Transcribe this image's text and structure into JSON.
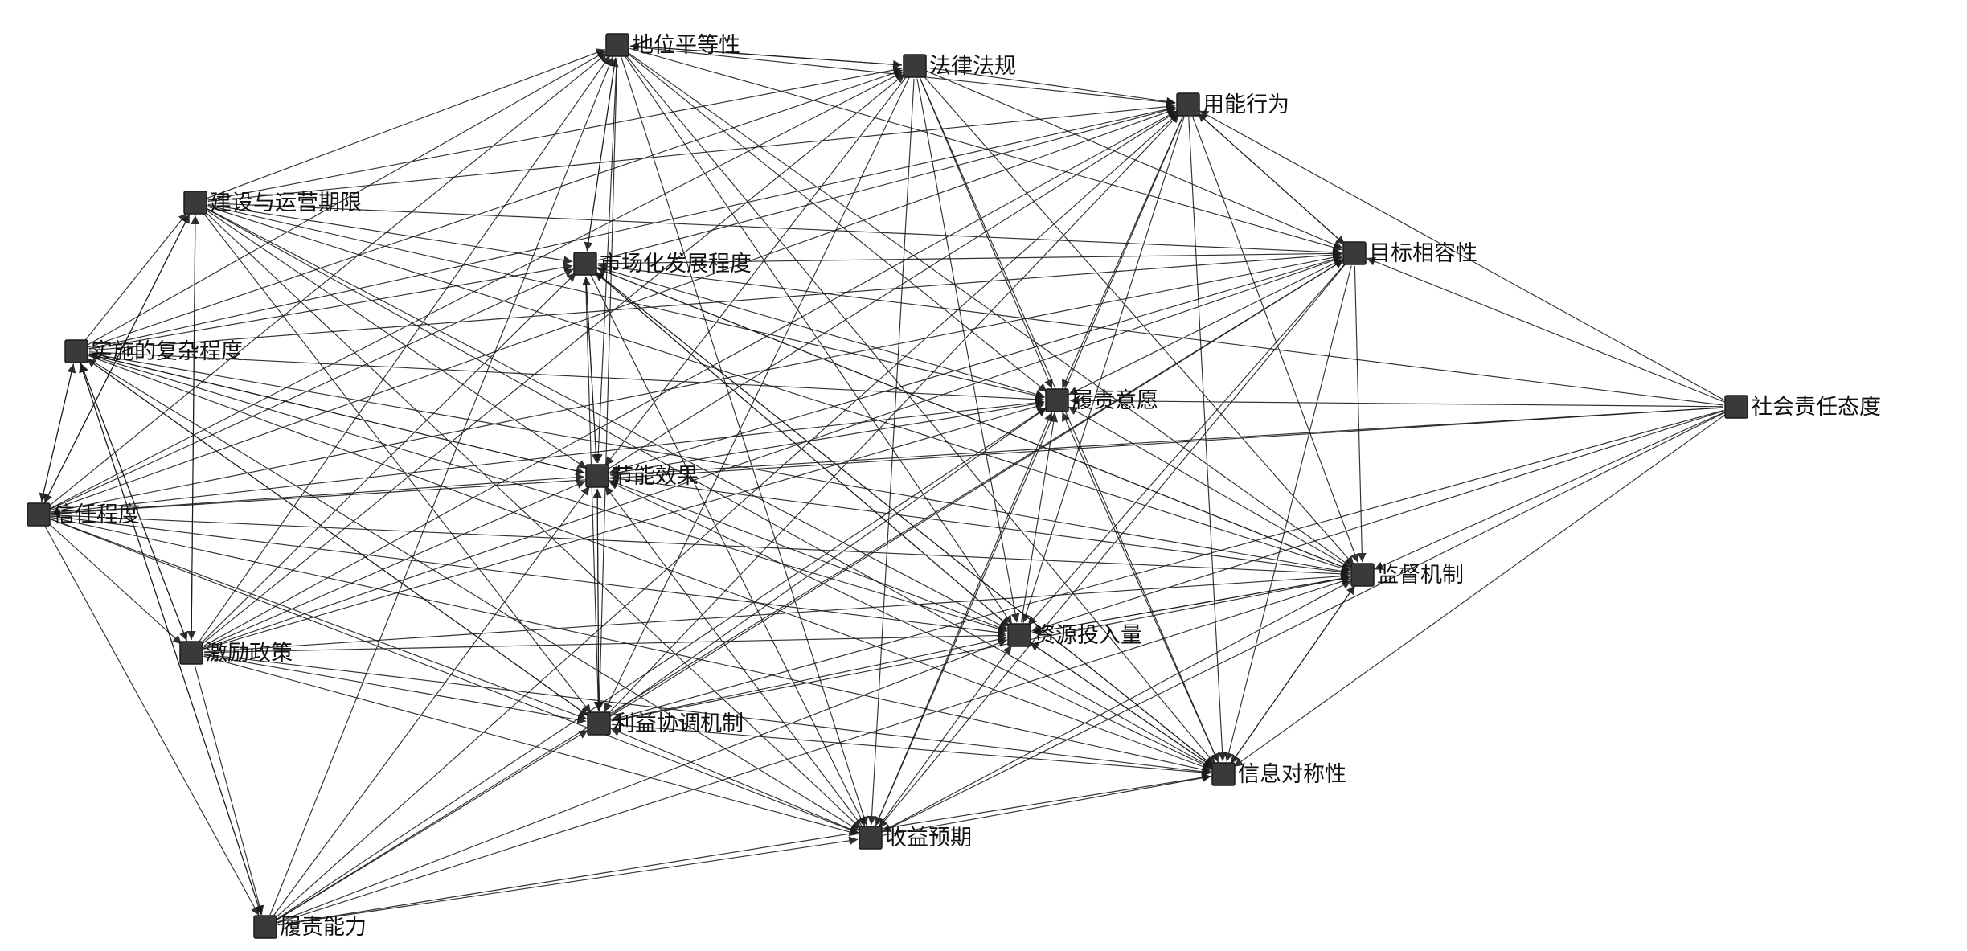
{
  "nodes": [
    {
      "id": "diwei",
      "label": "地位平等性"
    },
    {
      "id": "falv",
      "label": "法律法规"
    },
    {
      "id": "yongneng",
      "label": "用能行为"
    },
    {
      "id": "jianshe",
      "label": "建设与运营期限"
    },
    {
      "id": "shichang",
      "label": "市场化发展程度"
    },
    {
      "id": "mubiao",
      "label": "目标相容性"
    },
    {
      "id": "shishi",
      "label": "实施的复杂程度"
    },
    {
      "id": "lvze_yiyuan",
      "label": "履责意愿"
    },
    {
      "id": "shehui",
      "label": "社会责任态度"
    },
    {
      "id": "jieneng",
      "label": "节能效果"
    },
    {
      "id": "xinren",
      "label": "信任程度"
    },
    {
      "id": "jiandu",
      "label": "监督机制"
    },
    {
      "id": "jili",
      "label": "激励政策"
    },
    {
      "id": "ziyuan",
      "label": "资源投入量"
    },
    {
      "id": "liyi",
      "label": "利益协调机制"
    },
    {
      "id": "xinxi",
      "label": "信息对称性"
    },
    {
      "id": "shouyi",
      "label": "收益预期"
    },
    {
      "id": "lvze_nengli",
      "label": "履责能力"
    }
  ],
  "edges": [
    [
      "diwei",
      "falv"
    ],
    [
      "falv",
      "diwei"
    ],
    [
      "diwei",
      "yongneng"
    ],
    [
      "diwei",
      "mubiao"
    ],
    [
      "diwei",
      "shichang"
    ],
    [
      "shichang",
      "diwei"
    ],
    [
      "diwei",
      "jieneng"
    ],
    [
      "diwei",
      "lvze_yiyuan"
    ],
    [
      "diwei",
      "ziyuan"
    ],
    [
      "diwei",
      "jiandu"
    ],
    [
      "diwei",
      "xinxi"
    ],
    [
      "diwei",
      "shouyi"
    ],
    [
      "diwei",
      "liyi"
    ],
    [
      "jianshe",
      "diwei"
    ],
    [
      "shishi",
      "diwei"
    ],
    [
      "xinren",
      "diwei"
    ],
    [
      "jili",
      "diwei"
    ],
    [
      "lvze_nengli",
      "diwei"
    ],
    [
      "falv",
      "yongneng"
    ],
    [
      "falv",
      "lvze_yiyuan"
    ],
    [
      "falv",
      "ziyuan"
    ],
    [
      "falv",
      "xinxi"
    ],
    [
      "falv",
      "shouyi"
    ],
    [
      "falv",
      "jiandu"
    ],
    [
      "falv",
      "jieneng"
    ],
    [
      "falv",
      "liyi"
    ],
    [
      "falv",
      "mubiao"
    ],
    [
      "jianshe",
      "falv"
    ],
    [
      "shishi",
      "falv"
    ],
    [
      "xinren",
      "falv"
    ],
    [
      "jili",
      "falv"
    ],
    [
      "yongneng",
      "mubiao"
    ],
    [
      "mubiao",
      "yongneng"
    ],
    [
      "yongneng",
      "lvze_yiyuan"
    ],
    [
      "yongneng",
      "ziyuan"
    ],
    [
      "yongneng",
      "xinxi"
    ],
    [
      "yongneng",
      "jiandu"
    ],
    [
      "yongneng",
      "shouyi"
    ],
    [
      "shichang",
      "yongneng"
    ],
    [
      "jianshe",
      "yongneng"
    ],
    [
      "shishi",
      "yongneng"
    ],
    [
      "xinren",
      "yongneng"
    ],
    [
      "jieneng",
      "yongneng"
    ],
    [
      "liyi",
      "yongneng"
    ],
    [
      "shehui",
      "yongneng"
    ],
    [
      "lvze_nengli",
      "yongneng"
    ],
    [
      "jili",
      "yongneng"
    ],
    [
      "jianshe",
      "shichang"
    ],
    [
      "jianshe",
      "jieneng"
    ],
    [
      "jianshe",
      "lvze_yiyuan"
    ],
    [
      "jianshe",
      "mubiao"
    ],
    [
      "jianshe",
      "jiandu"
    ],
    [
      "jianshe",
      "ziyuan"
    ],
    [
      "jianshe",
      "liyi"
    ],
    [
      "jianshe",
      "xinxi"
    ],
    [
      "jianshe",
      "shouyi"
    ],
    [
      "jianshe",
      "jili"
    ],
    [
      "jianshe",
      "xinren"
    ],
    [
      "shishi",
      "jianshe"
    ],
    [
      "xinren",
      "jianshe"
    ],
    [
      "jili",
      "jianshe"
    ],
    [
      "shichang",
      "lvze_yiyuan"
    ],
    [
      "shichang",
      "mubiao"
    ],
    [
      "shichang",
      "jieneng"
    ],
    [
      "jieneng",
      "shichang"
    ],
    [
      "shichang",
      "liyi"
    ],
    [
      "shichang",
      "ziyuan"
    ],
    [
      "shichang",
      "jiandu"
    ],
    [
      "shichang",
      "xinxi"
    ],
    [
      "shichang",
      "shouyi"
    ],
    [
      "shishi",
      "shichang"
    ],
    [
      "xinren",
      "shichang"
    ],
    [
      "jili",
      "shichang"
    ],
    [
      "jiandu",
      "shichang"
    ],
    [
      "ziyuan",
      "shichang"
    ],
    [
      "xinxi",
      "shichang"
    ],
    [
      "shehui",
      "shichang"
    ],
    [
      "mubiao",
      "lvze_yiyuan"
    ],
    [
      "mubiao",
      "jiandu"
    ],
    [
      "mubiao",
      "ziyuan"
    ],
    [
      "mubiao",
      "xinxi"
    ],
    [
      "mubiao",
      "jieneng"
    ],
    [
      "mubiao",
      "shouyi"
    ],
    [
      "shehui",
      "mubiao"
    ],
    [
      "shishi",
      "mubiao"
    ],
    [
      "xinren",
      "mubiao"
    ],
    [
      "jili",
      "mubiao"
    ],
    [
      "liyi",
      "mubiao"
    ],
    [
      "lvze_nengli",
      "mubiao"
    ],
    [
      "shishi",
      "lvze_yiyuan"
    ],
    [
      "shishi",
      "jieneng"
    ],
    [
      "shishi",
      "xinren"
    ],
    [
      "xinren",
      "shishi"
    ],
    [
      "shishi",
      "jili"
    ],
    [
      "shishi",
      "liyi"
    ],
    [
      "shishi",
      "ziyuan"
    ],
    [
      "shishi",
      "jiandu"
    ],
    [
      "shishi",
      "xinxi"
    ],
    [
      "shishi",
      "shouyi"
    ],
    [
      "shishi",
      "lvze_nengli"
    ],
    [
      "jili",
      "shishi"
    ],
    [
      "lvze_nengli",
      "shishi"
    ],
    [
      "liyi",
      "shishi"
    ],
    [
      "jieneng",
      "shishi"
    ],
    [
      "shehui",
      "lvze_yiyuan"
    ],
    [
      "jieneng",
      "lvze_yiyuan"
    ],
    [
      "xinren",
      "lvze_yiyuan"
    ],
    [
      "jiandu",
      "lvze_yiyuan"
    ],
    [
      "jili",
      "lvze_yiyuan"
    ],
    [
      "ziyuan",
      "lvze_yiyuan"
    ],
    [
      "liyi",
      "lvze_yiyuan"
    ],
    [
      "xinxi",
      "lvze_yiyuan"
    ],
    [
      "shouyi",
      "lvze_yiyuan"
    ],
    [
      "lvze_nengli",
      "lvze_yiyuan"
    ],
    [
      "shehui",
      "jieneng"
    ],
    [
      "shehui",
      "jiandu"
    ],
    [
      "shehui",
      "ziyuan"
    ],
    [
      "shehui",
      "xinxi"
    ],
    [
      "shehui",
      "liyi"
    ],
    [
      "shehui",
      "shouyi"
    ],
    [
      "shehui",
      "xinren"
    ],
    [
      "xinren",
      "jieneng"
    ],
    [
      "jili",
      "jieneng"
    ],
    [
      "jiandu",
      "jieneng"
    ],
    [
      "ziyuan",
      "jieneng"
    ],
    [
      "liyi",
      "jieneng"
    ],
    [
      "jieneng",
      "liyi"
    ],
    [
      "xinxi",
      "jieneng"
    ],
    [
      "shouyi",
      "jieneng"
    ],
    [
      "lvze_nengli",
      "jieneng"
    ],
    [
      "xinren",
      "jili"
    ],
    [
      "xinren",
      "liyi"
    ],
    [
      "xinren",
      "jiandu"
    ],
    [
      "xinren",
      "ziyuan"
    ],
    [
      "xinren",
      "xinxi"
    ],
    [
      "xinren",
      "shouyi"
    ],
    [
      "xinren",
      "lvze_nengli"
    ],
    [
      "jili",
      "jiandu"
    ],
    [
      "jili",
      "ziyuan"
    ],
    [
      "jili",
      "liyi"
    ],
    [
      "jili",
      "xinxi"
    ],
    [
      "jili",
      "shouyi"
    ],
    [
      "jili",
      "lvze_nengli"
    ],
    [
      "ziyuan",
      "jiandu"
    ],
    [
      "jiandu",
      "ziyuan"
    ],
    [
      "liyi",
      "jiandu"
    ],
    [
      "xinxi",
      "jiandu"
    ],
    [
      "shouyi",
      "jiandu"
    ],
    [
      "lvze_nengli",
      "jiandu"
    ],
    [
      "liyi",
      "ziyuan"
    ],
    [
      "xinxi",
      "ziyuan"
    ],
    [
      "shouyi",
      "ziyuan"
    ],
    [
      "lvze_nengli",
      "ziyuan"
    ],
    [
      "liyi",
      "xinxi"
    ],
    [
      "shouyi",
      "xinxi"
    ],
    [
      "lvze_nengli",
      "xinxi"
    ],
    [
      "shouyi",
      "liyi"
    ],
    [
      "lvze_nengli",
      "liyi"
    ],
    [
      "lvze_nengli",
      "shouyi"
    ],
    [
      "ziyuan",
      "xinxi"
    ],
    [
      "jiandu",
      "xinxi"
    ]
  ]
}
